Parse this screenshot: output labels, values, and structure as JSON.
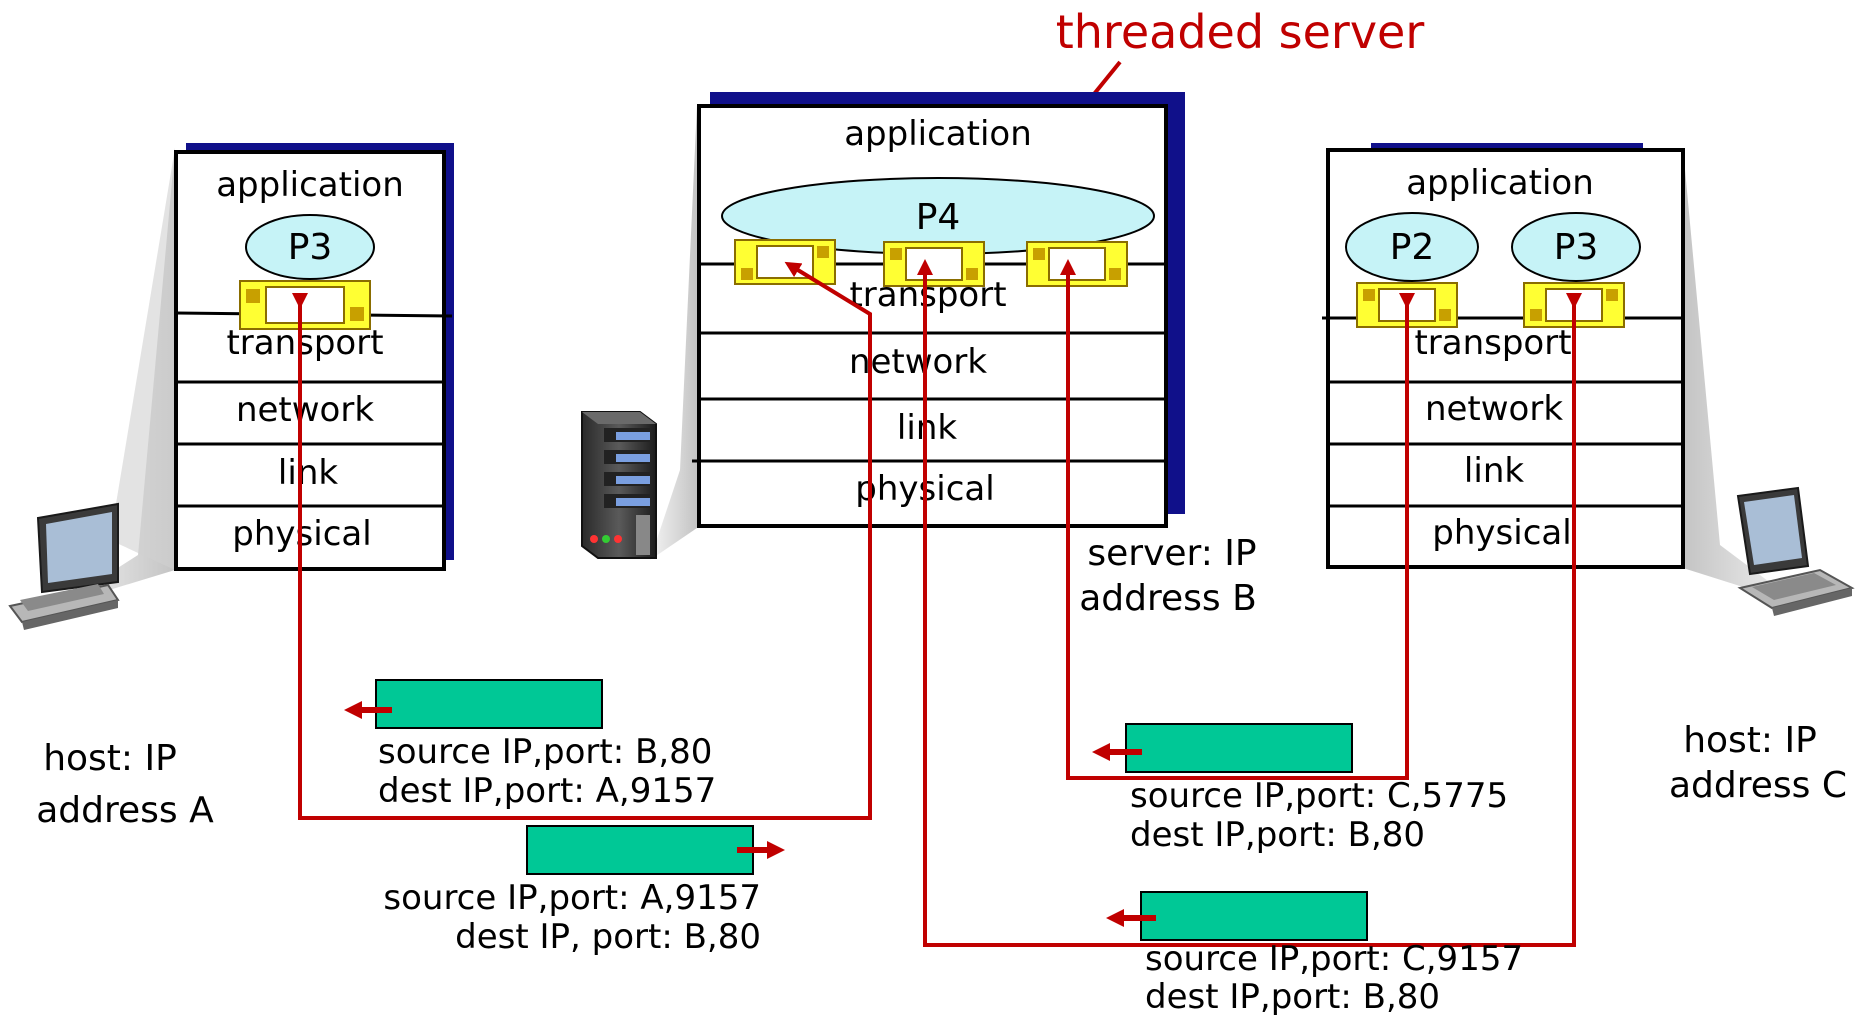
{
  "title": "threaded server",
  "colors": {
    "arrow": "#c00000",
    "title": "#c00000",
    "stack_shadow": "#10108a",
    "process_fill": "#c6f3f7",
    "packet_fill": "#00c896",
    "socket_fill": "#ffff33",
    "socket_tab": "#c8a000"
  },
  "hosts": {
    "a": {
      "layers": [
        "application",
        "transport",
        "network",
        "link",
        "physical"
      ],
      "processes": [
        "P3"
      ],
      "label_line1": "host: IP",
      "label_line2": "address A",
      "icon": "laptop-icon"
    },
    "server": {
      "layers": [
        "application",
        "transport",
        "network",
        "link",
        "physical"
      ],
      "processes": [
        "P4"
      ],
      "label_line1": "server: IP",
      "label_line2": "address B",
      "icon": "server-tower-icon"
    },
    "c": {
      "layers": [
        "application",
        "transport",
        "network",
        "link",
        "physical"
      ],
      "processes": [
        "P2",
        "P3"
      ],
      "label_line1": "host: IP",
      "label_line2": "address C",
      "icon": "laptop-icon"
    }
  },
  "packets": [
    {
      "line1": "source IP,port: B,80",
      "line2": "dest IP,port: A,9157",
      "direction": "left"
    },
    {
      "line1": "source IP,port: A,9157",
      "line2": "dest IP, port: B,80",
      "direction": "right"
    },
    {
      "line1": "source IP,port: C,5775",
      "line2": "dest IP,port: B,80",
      "direction": "left"
    },
    {
      "line1": "source IP,port: C,9157",
      "line2": "dest IP,port: B,80",
      "direction": "left"
    }
  ]
}
